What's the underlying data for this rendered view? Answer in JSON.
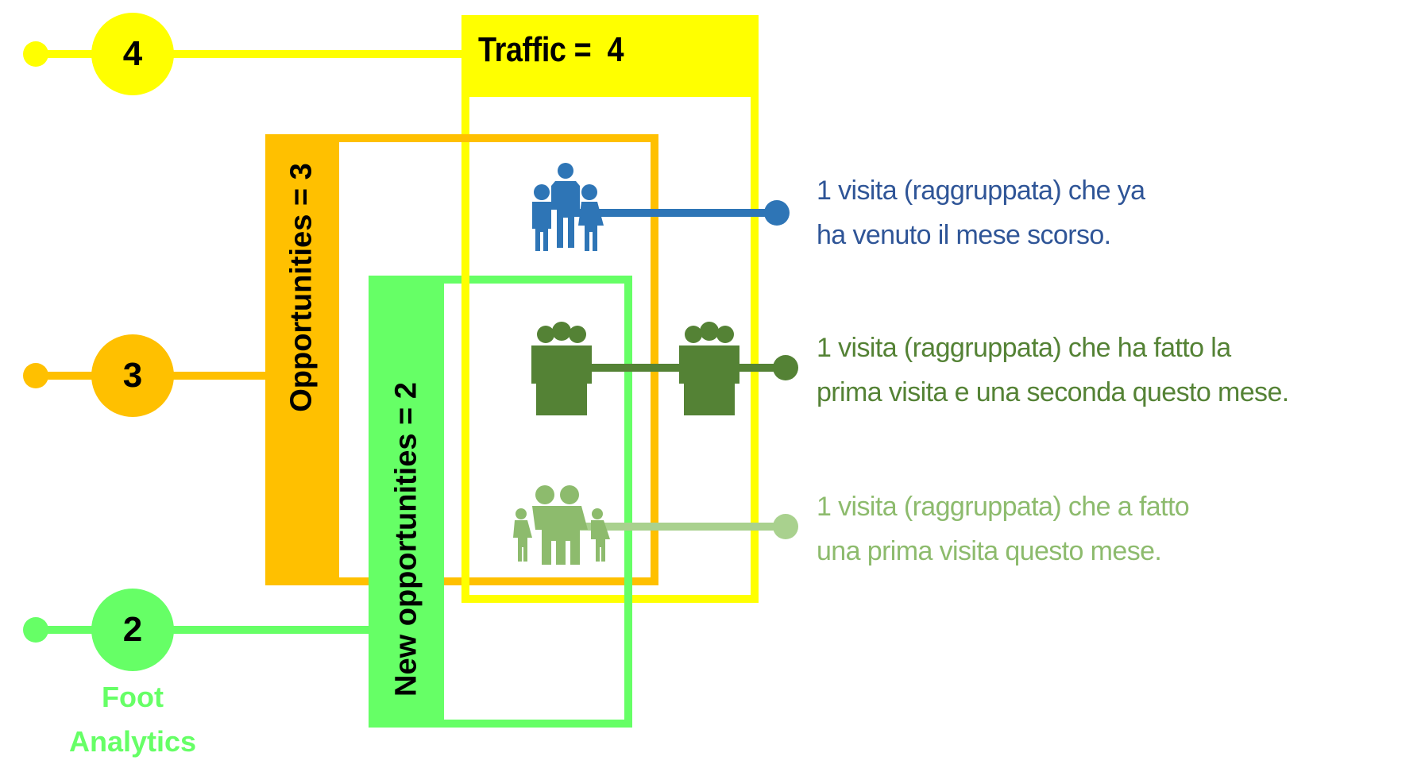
{
  "colors": {
    "traffic": "#FFFF00",
    "opportunities": "#FFC000",
    "new_opportunities": "#66FF66",
    "returning": "#2E75B6",
    "repeat": "#548235",
    "first": "#A9D18E",
    "returning_text": "#2F5597",
    "repeat_text": "#548235",
    "first_text": "#8DBB6D"
  },
  "levels": [
    {
      "number": "4",
      "box_label": "Traffic =  4",
      "color_key": "traffic"
    },
    {
      "number": "3",
      "box_label": "Opportunities  =  3",
      "color_key": "opportunities"
    },
    {
      "number": "2",
      "box_label": "New opportunities  =  2",
      "color_key": "new_opportunities"
    }
  ],
  "brand": {
    "line1": "Foot",
    "line2": "Analytics"
  },
  "visitors": [
    {
      "icon": "family-father-children-icon",
      "count_icons": 1,
      "lines": [
        "1 visita (raggruppata) che ya",
        "ha venuto il mese scorso."
      ]
    },
    {
      "icon": "group-people-icon",
      "count_icons": 2,
      "lines": [
        "1 visita (raggruppata) che ha fatto la",
        "prima visita e una seconda questo mese."
      ]
    },
    {
      "icon": "family-parents-children-icon",
      "count_icons": 1,
      "lines": [
        "1 visita (raggruppata) che a fatto",
        "una prima visita questo mese."
      ]
    }
  ]
}
